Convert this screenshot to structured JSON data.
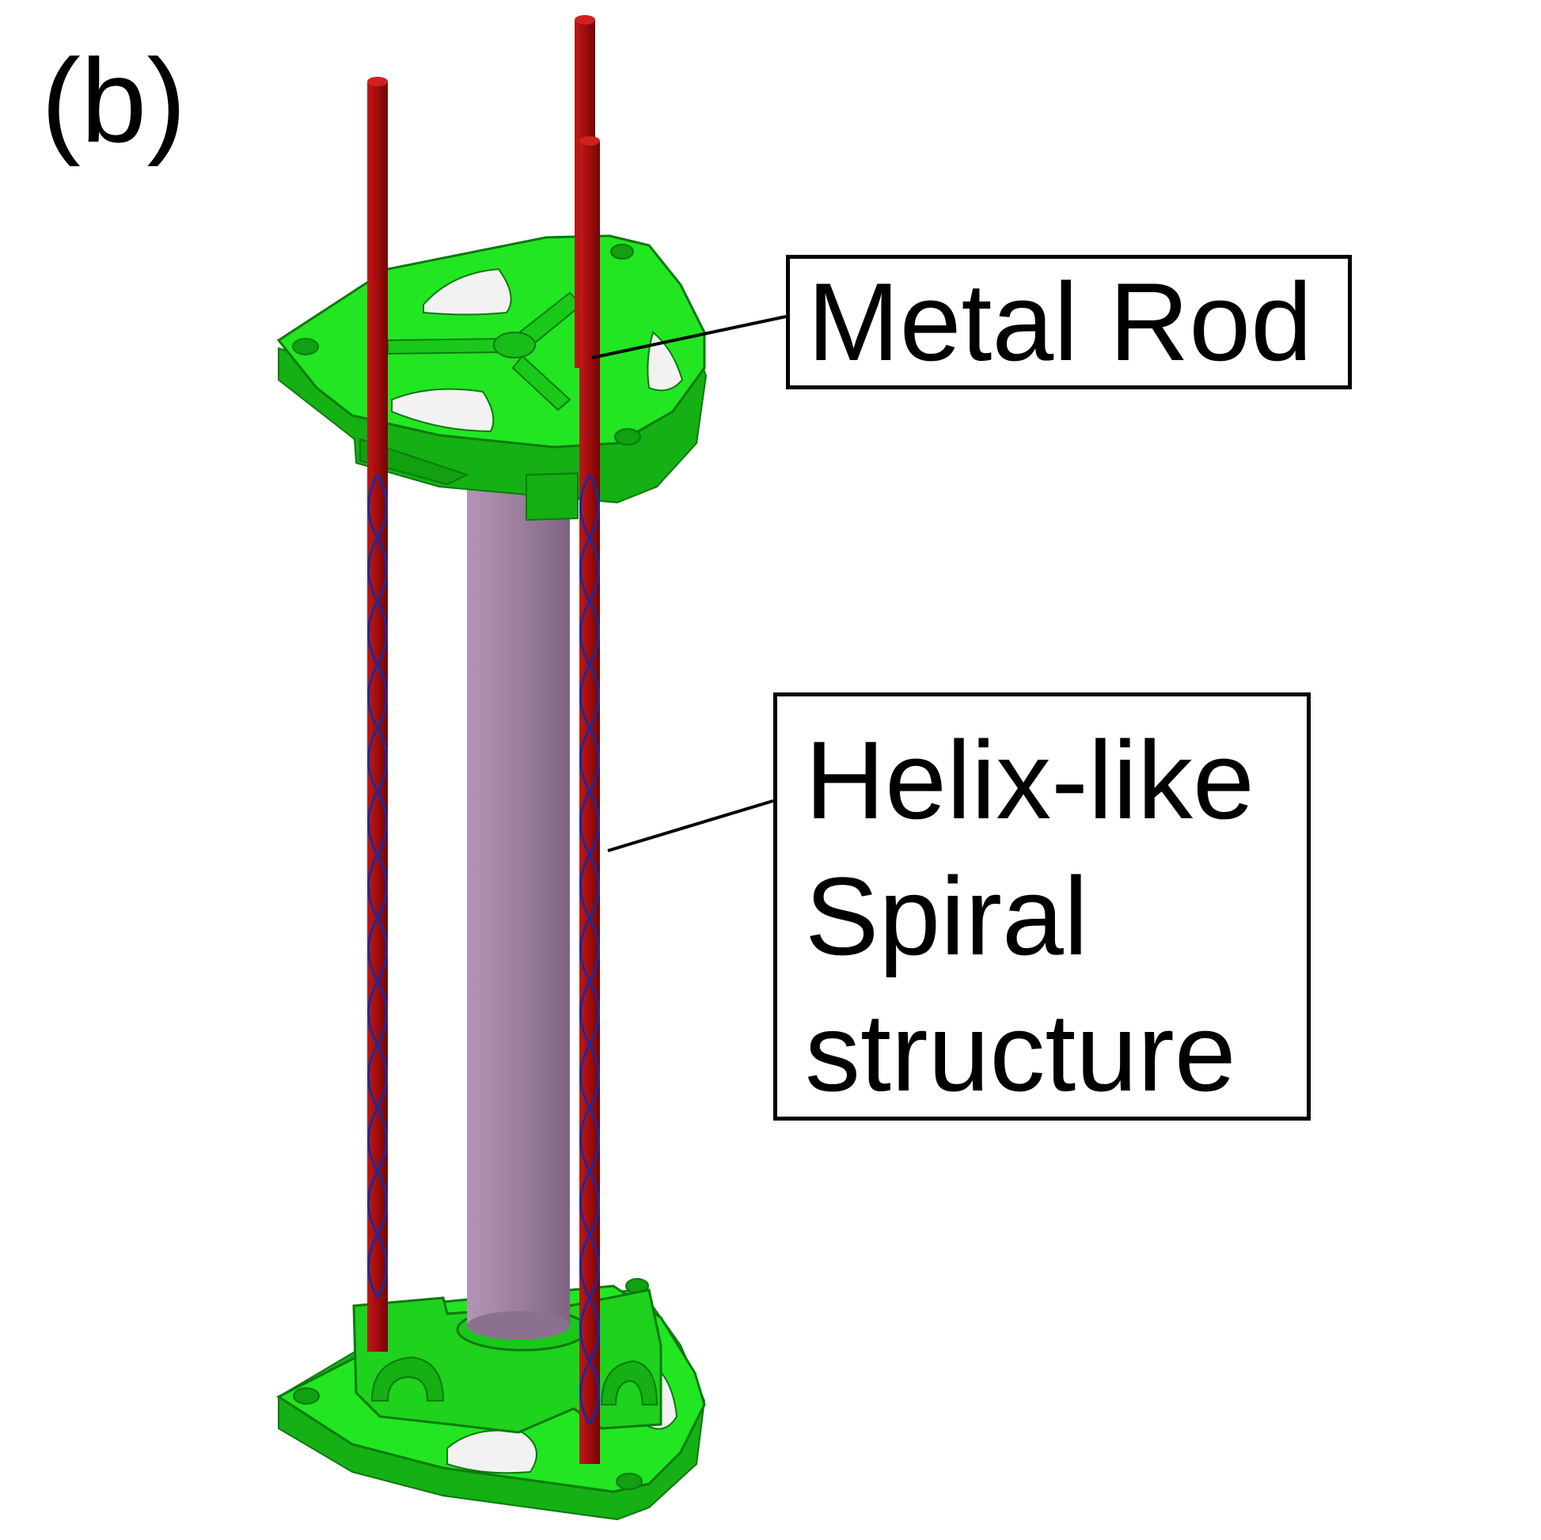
{
  "figure": {
    "panel_label": "(b)",
    "callouts": {
      "metal_rod": "Metal Rod",
      "helix": [
        "Helix-like",
        "Spiral",
        "structure"
      ]
    }
  },
  "colors": {
    "bracket_green": "#22e622",
    "bracket_shadow": "#14b014",
    "rod_red": "#a10d0d",
    "helix_blue": "#1b2a9e",
    "cylinder_purple": "#9a7c9d"
  },
  "icons": {
    "bracket": "triangular-mounting-plate",
    "rod": "metal-rod",
    "helix": "helix-spiral-wire"
  }
}
